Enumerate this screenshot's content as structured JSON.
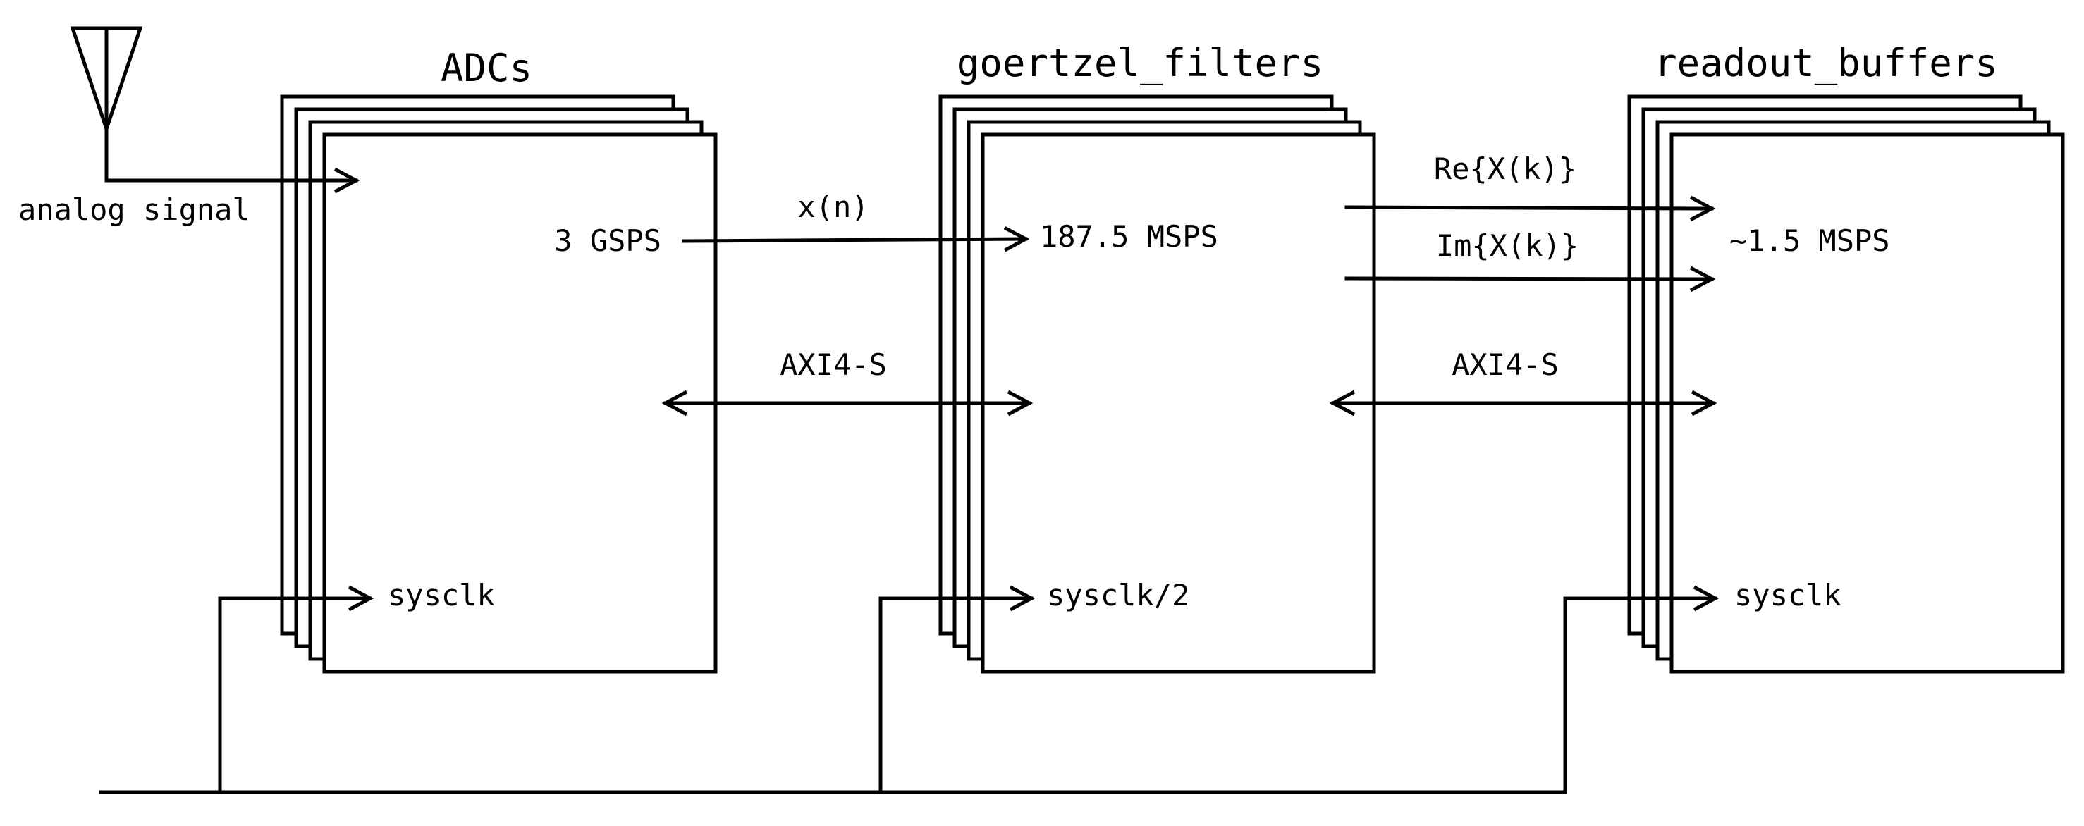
{
  "colors": {
    "stroke": "#000000",
    "background": "#ffffff"
  },
  "blocks": {
    "adcs": {
      "title": "ADCs",
      "rate": "3 GSPS",
      "clock": "sysclk"
    },
    "goertzel": {
      "title": "goertzel_filters",
      "rate": "187.5 MSPS",
      "clock": "sysclk/2"
    },
    "readout": {
      "title": "readout_buffers",
      "rate": "~1.5 MSPS",
      "clock": "sysclk"
    }
  },
  "signals": {
    "analog": "analog signal",
    "xn": "x(n)",
    "re": "Re{X(k)}",
    "im": "Im{X(k)}",
    "axis_left": "AXI4-S",
    "axis_right": "AXI4-S"
  },
  "icons": {
    "antenna": "antenna-icon"
  }
}
